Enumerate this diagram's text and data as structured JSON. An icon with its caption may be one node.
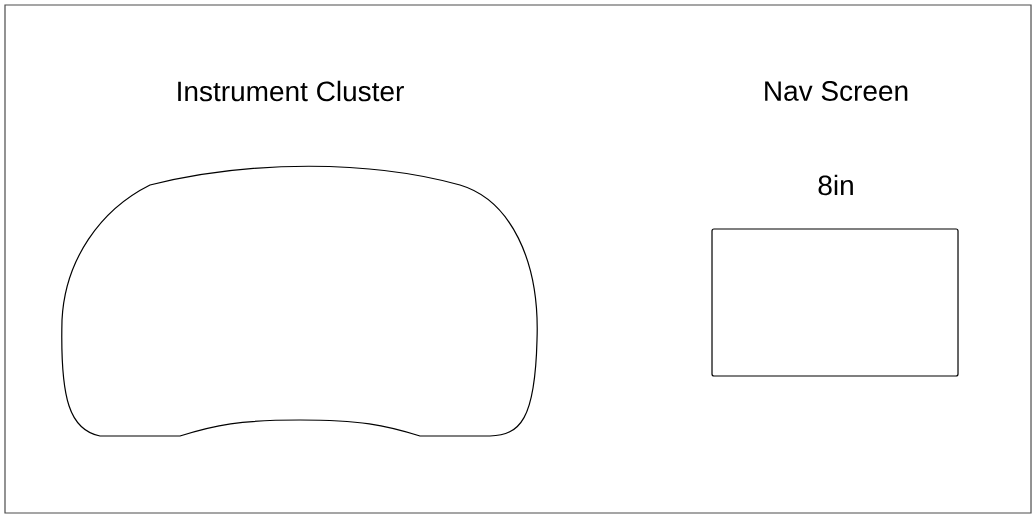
{
  "diagram": {
    "nodes": [
      {
        "text": [
          "Instrument Cluster"
        ]
      },
      {
        "text": [
          "Nav Screen"
        ],
        "beside": [
          "8in"
        ]
      }
    ]
  }
}
